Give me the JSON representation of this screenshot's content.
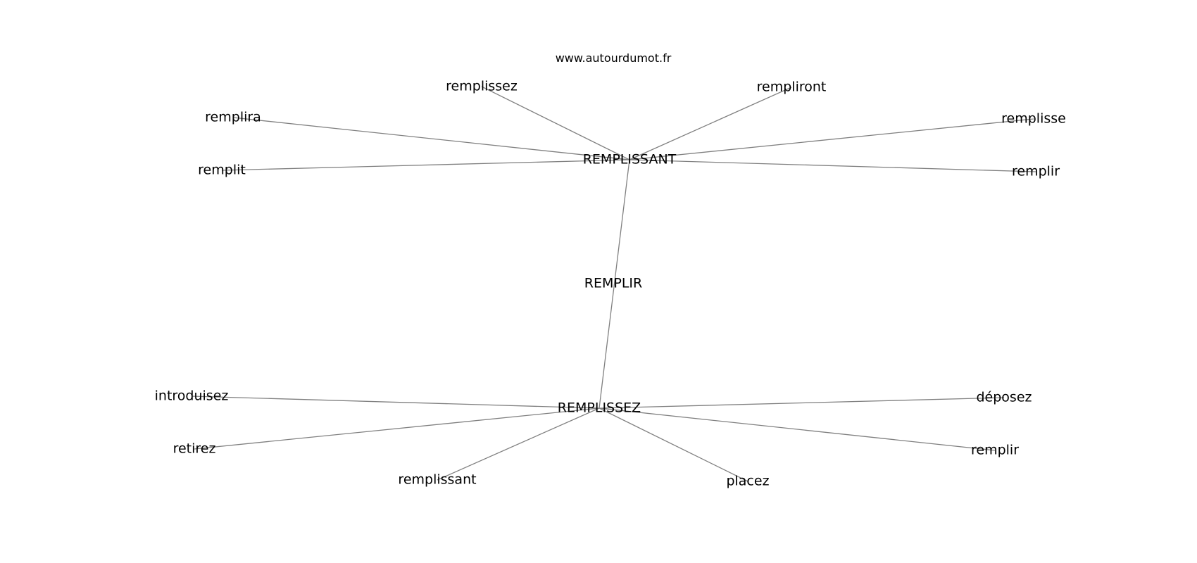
{
  "site": "www.autourdumot.fr",
  "edge_color": "#808080",
  "graph": {
    "nodes": [
      {
        "id": "REMPLIR",
        "label": "REMPLIR"
      },
      {
        "id": "REMPLISSANT",
        "label": "REMPLISSANT"
      },
      {
        "id": "REMPLISSEZ",
        "label": "REMPLISSEZ"
      },
      {
        "id": "remplissez_1",
        "label": "remplissez"
      },
      {
        "id": "rempliront",
        "label": "rempliront"
      },
      {
        "id": "remplira",
        "label": "remplira"
      },
      {
        "id": "remplisse",
        "label": "remplisse"
      },
      {
        "id": "remplit",
        "label": "remplit"
      },
      {
        "id": "remplir_1",
        "label": "remplir"
      },
      {
        "id": "introduisez",
        "label": "introduisez"
      },
      {
        "id": "deposez",
        "label": "déposez"
      },
      {
        "id": "retirez",
        "label": "retirez"
      },
      {
        "id": "remplir_2",
        "label": "remplir"
      },
      {
        "id": "remplissant_2",
        "label": "remplissant"
      },
      {
        "id": "placez",
        "label": "placez"
      }
    ],
    "edges": [
      [
        "REMPLISSANT",
        "REMPLISSEZ"
      ],
      [
        "REMPLISSANT",
        "remplissez_1"
      ],
      [
        "REMPLISSANT",
        "rempliront"
      ],
      [
        "REMPLISSANT",
        "remplira"
      ],
      [
        "REMPLISSANT",
        "remplisse"
      ],
      [
        "REMPLISSANT",
        "remplit"
      ],
      [
        "REMPLISSANT",
        "remplir_1"
      ],
      [
        "REMPLISSEZ",
        "introduisez"
      ],
      [
        "REMPLISSEZ",
        "deposez"
      ],
      [
        "REMPLISSEZ",
        "retirez"
      ],
      [
        "REMPLISSEZ",
        "remplir_2"
      ],
      [
        "REMPLISSEZ",
        "remplissant_2"
      ],
      [
        "REMPLISSEZ",
        "placez"
      ]
    ]
  }
}
